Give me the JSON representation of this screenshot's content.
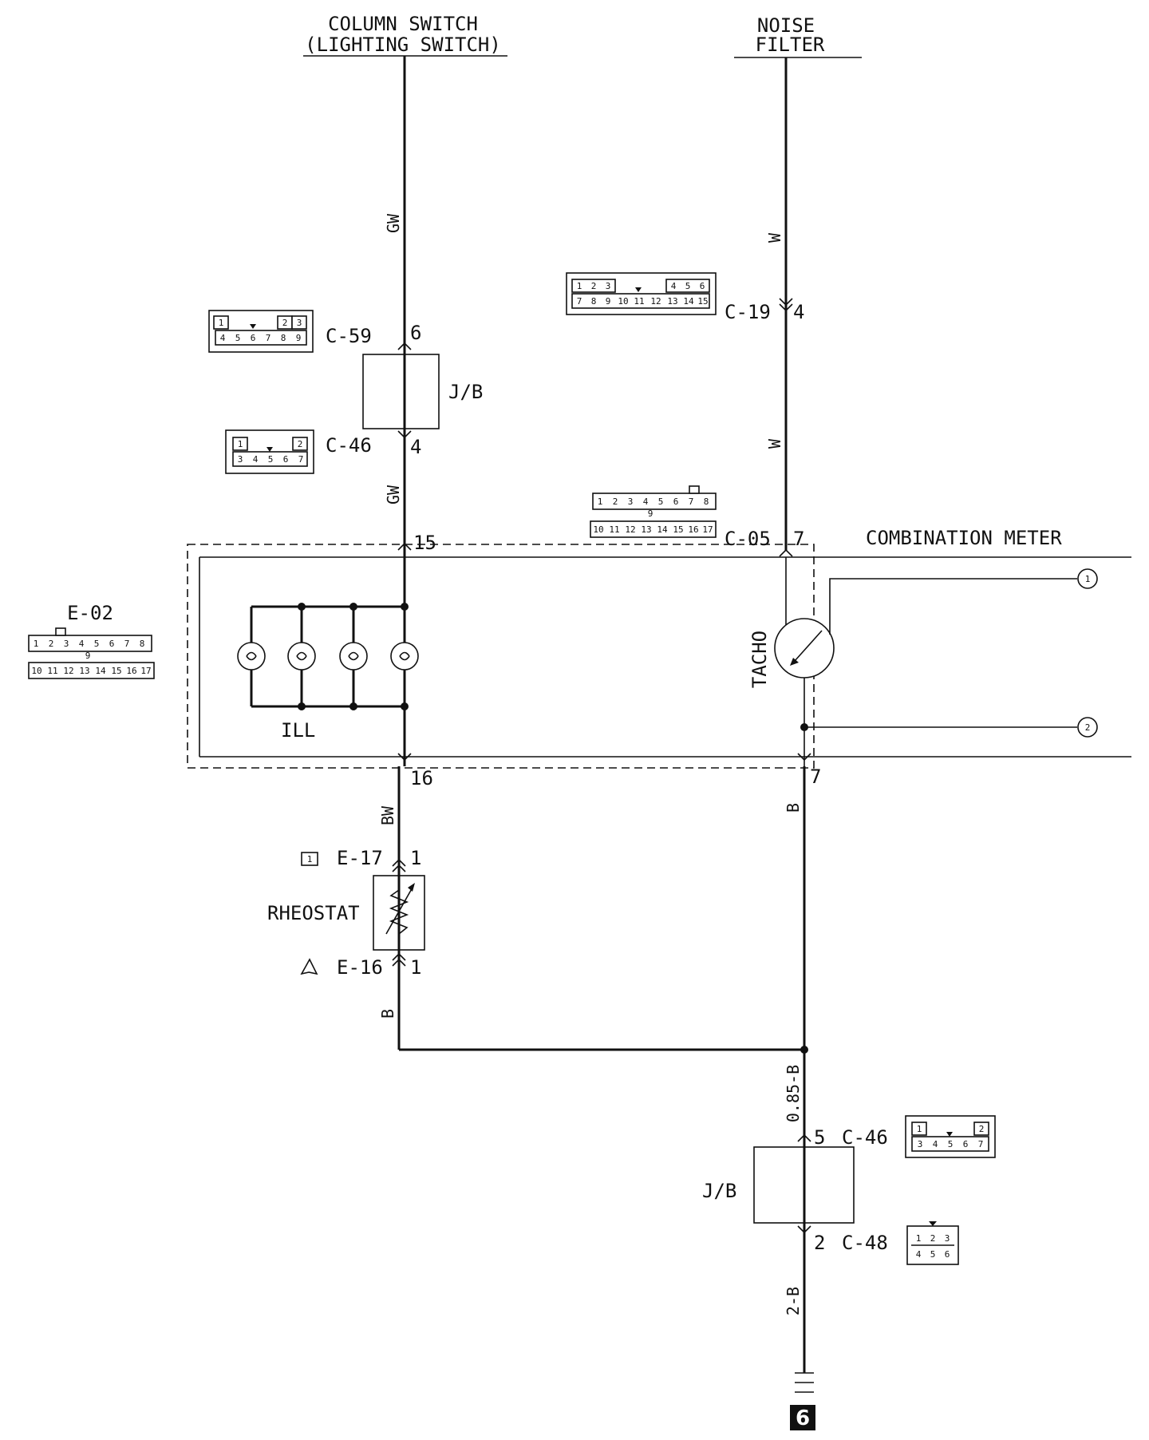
{
  "components": {
    "column_switch": {
      "line1": "COLUMN SWITCH",
      "line2": "(LIGHTING SWITCH)"
    },
    "noise_filter": {
      "line1": "NOISE",
      "line2": "FILTER"
    },
    "combination_meter": "COMBINATION METER",
    "junction_block_top": "J/B",
    "junction_block_bottom": "J/B",
    "illumination": "ILL",
    "tacho": "TACHO",
    "rheostat": "RHEOSTAT",
    "ground_marker": "6"
  },
  "connectors": {
    "c59": "C-59",
    "c46_top": "C-46",
    "c19": "C-19",
    "c05": "C-05",
    "e02": "E-02",
    "e17": "E-17",
    "e16": "E-16",
    "c46_bottom": "C-46",
    "c48": "C-48"
  },
  "pins": {
    "c59": "6",
    "c46_top": "4",
    "c19": "4",
    "meter_in_left": "15",
    "meter_in_right": "7",
    "meter_out_left": "16",
    "meter_out_right": "7",
    "e17": "1",
    "e16": "1",
    "c46_bottom": "5",
    "c48": "2",
    "ref1": "1",
    "ref2": "2",
    "e17_tag": "1"
  },
  "wire_colors": {
    "gw_upper": "GW",
    "gw_lower": "GW",
    "w_upper": "W",
    "w_lower": "W",
    "bw": "BW",
    "b_right": "B",
    "b_left": "B",
    "b_main": "0.85-B",
    "b_ground": "2-B"
  },
  "connector_faces": {
    "c59": {
      "top_left": [
        "1"
      ],
      "top_right": [
        "2",
        "3"
      ],
      "bottom": [
        "4",
        "5",
        "6",
        "7",
        "8",
        "9"
      ]
    },
    "c46": {
      "top_left": [
        "1"
      ],
      "top_right": [
        "2"
      ],
      "bottom": [
        "3",
        "4",
        "5",
        "6",
        "7"
      ]
    },
    "c19": {
      "top_left": [
        "1",
        "2",
        "3"
      ],
      "top_right": [
        "4",
        "5",
        "6"
      ],
      "bottom": [
        "7",
        "8",
        "9",
        "10",
        "11",
        "12",
        "13",
        "14",
        "15"
      ]
    },
    "c05_e02": {
      "top": [
        "1",
        "2",
        "3",
        "4",
        "5",
        "6",
        "7",
        "8"
      ],
      "middle": "9",
      "bottom": [
        "10",
        "11",
        "12",
        "13",
        "14",
        "15",
        "16",
        "17"
      ]
    },
    "c48": {
      "top": [
        "1",
        "2",
        "3"
      ],
      "bottom": [
        "4",
        "5",
        "6"
      ]
    }
  }
}
